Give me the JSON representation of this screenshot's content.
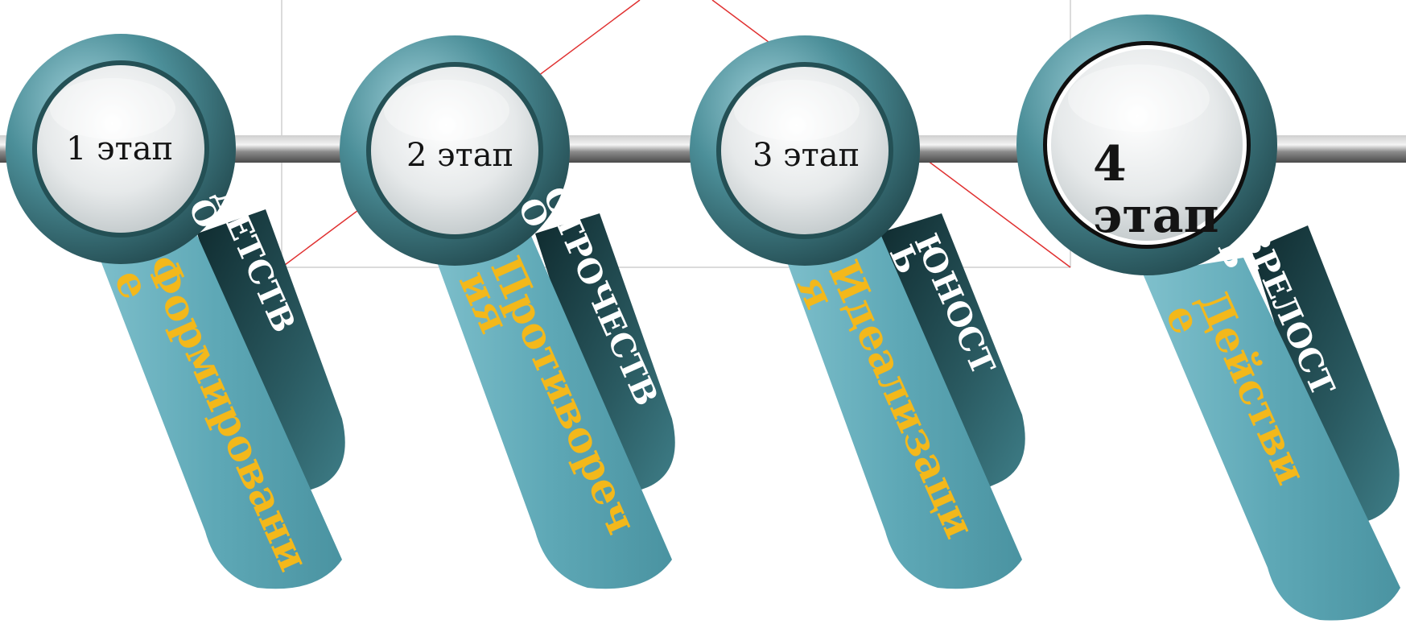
{
  "stages": [
    {
      "stage_label": "1 этап",
      "age": "ДЕТСТВ\nО",
      "phase": "Формировани\nе"
    },
    {
      "stage_label": "2 этап",
      "age": "ОТРОЧЕСТВ\nО",
      "phase": "Противореч\nия"
    },
    {
      "stage_label": "3 этап",
      "age": "ЮНОСТ\nЬ",
      "phase": "Идеализаци\nя"
    },
    {
      "stage_label": "4\nэтап",
      "age": "ЗРЕЛОСТ\nЬ",
      "phase": "Действи\nе"
    }
  ],
  "colors": {
    "ribbon_light": "#62aab8",
    "ribbon_dark": "#234f55",
    "ring": "#3f7f89",
    "bar": "#9a9a9a",
    "phase_text": "#f3b81b",
    "age_text": "#ffffff",
    "guide_line": "#e03030"
  }
}
